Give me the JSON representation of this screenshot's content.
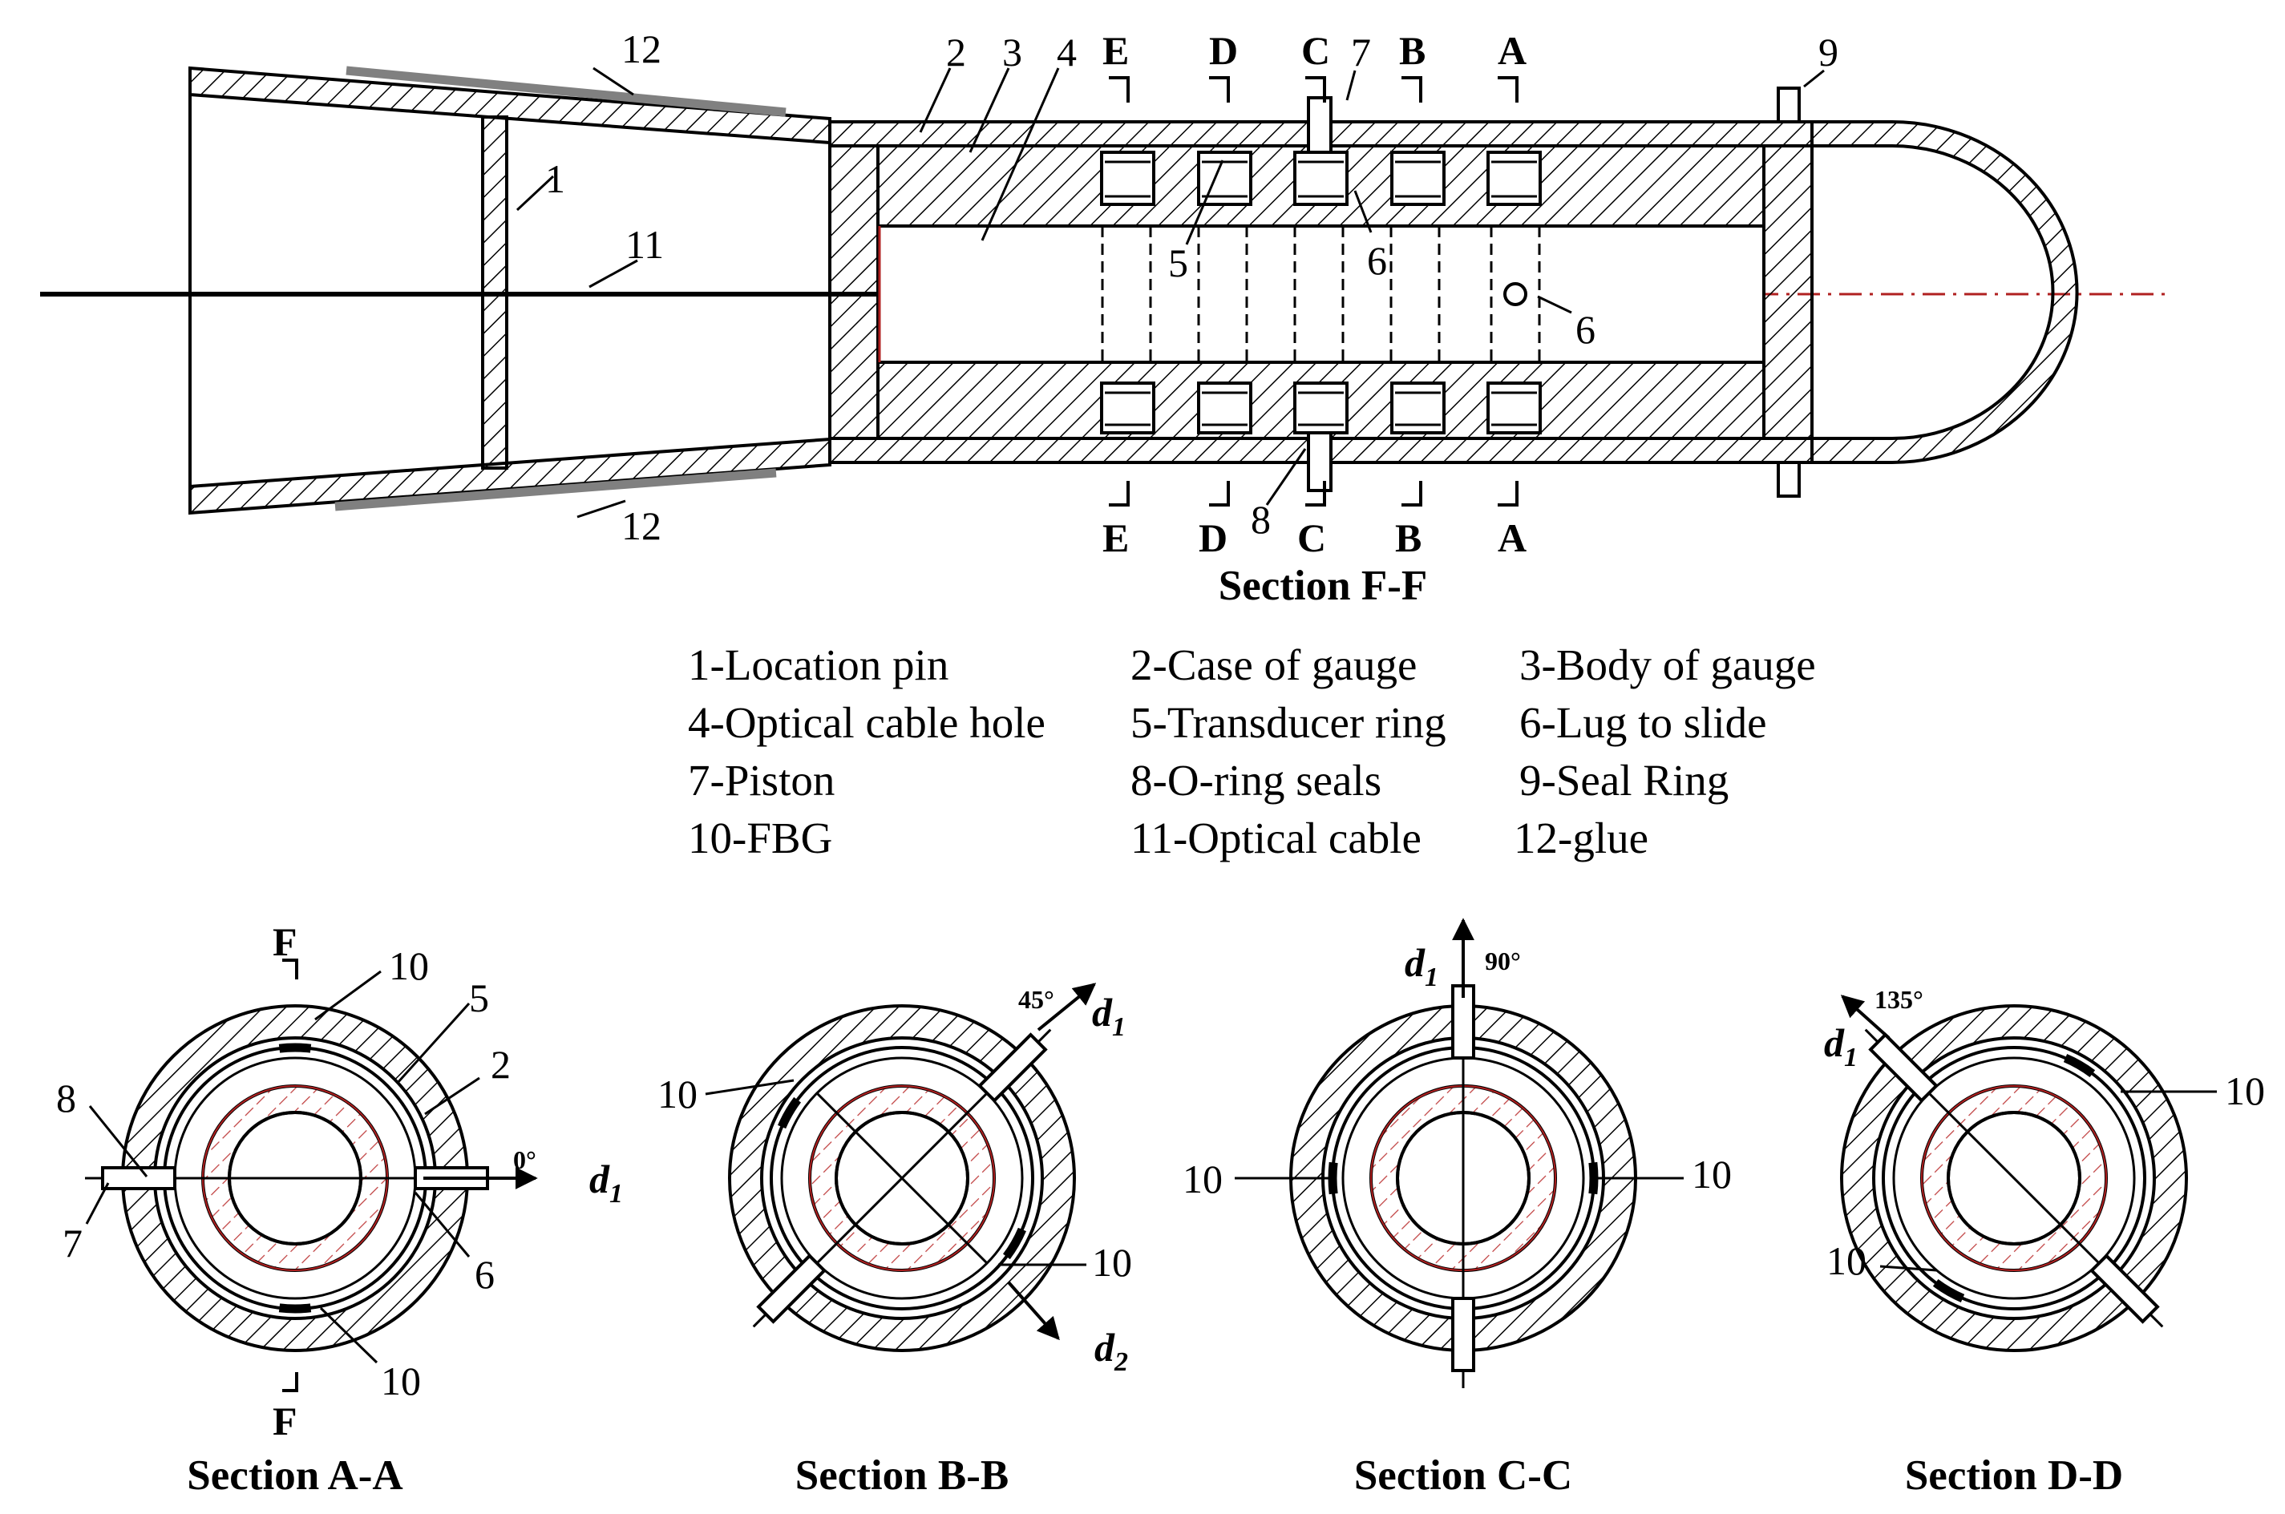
{
  "colors": {
    "line": "#000000",
    "hatch": "#000000",
    "red": "#b02020",
    "glue": "#808080"
  },
  "main_view": {
    "part_numbers": {
      "n1": "1",
      "n2": "2",
      "n3": "3",
      "n4": "4",
      "n5": "5",
      "n6a": "6",
      "n6b": "6",
      "n7": "7",
      "n8": "8",
      "n9": "9",
      "n11": "11",
      "n12top": "12",
      "n12bot": "12"
    },
    "section_marks_top": [
      "E",
      "D",
      "C",
      "B",
      "A"
    ],
    "section_marks_bottom": [
      "E",
      "D",
      "C",
      "B",
      "A"
    ],
    "title": "Section F-F"
  },
  "legend": {
    "row1": [
      "1-Location pin",
      "2-Case of gauge",
      "3-Body of gauge"
    ],
    "row2": [
      "4-Optical cable hole",
      "5-Transducer ring",
      "6-Lug to slide"
    ],
    "row3": [
      "7-Piston",
      "8-O-ring seals",
      "9-Seal Ring"
    ],
    "row4": [
      "10-FBG",
      "11-Optical cable",
      "12-glue"
    ]
  },
  "sections": {
    "a": {
      "title": "Section A-A",
      "angle": "0°",
      "d": "d",
      "d_sub": "1",
      "f_top": "F",
      "f_bottom": "F",
      "labels": {
        "l10a": "10",
        "l5": "5",
        "l2": "2",
        "l8": "8",
        "l7": "7",
        "l6": "6",
        "l10b": "10"
      }
    },
    "b": {
      "title": "Section B-B",
      "angle": "45°",
      "d1": "d",
      "d1_sub": "1",
      "d2": "d",
      "d2_sub": "2",
      "labels": {
        "l10a": "10",
        "l10b": "10"
      }
    },
    "c": {
      "title": "Section C-C",
      "angle": "90°",
      "d": "d",
      "d_sub": "1",
      "labels": {
        "l10a": "10",
        "l10b": "10"
      }
    },
    "d": {
      "title": "Section D-D",
      "angle": "135°",
      "d": "d",
      "d_sub": "1",
      "labels": {
        "l10a": "10",
        "l10b": "10"
      }
    }
  }
}
